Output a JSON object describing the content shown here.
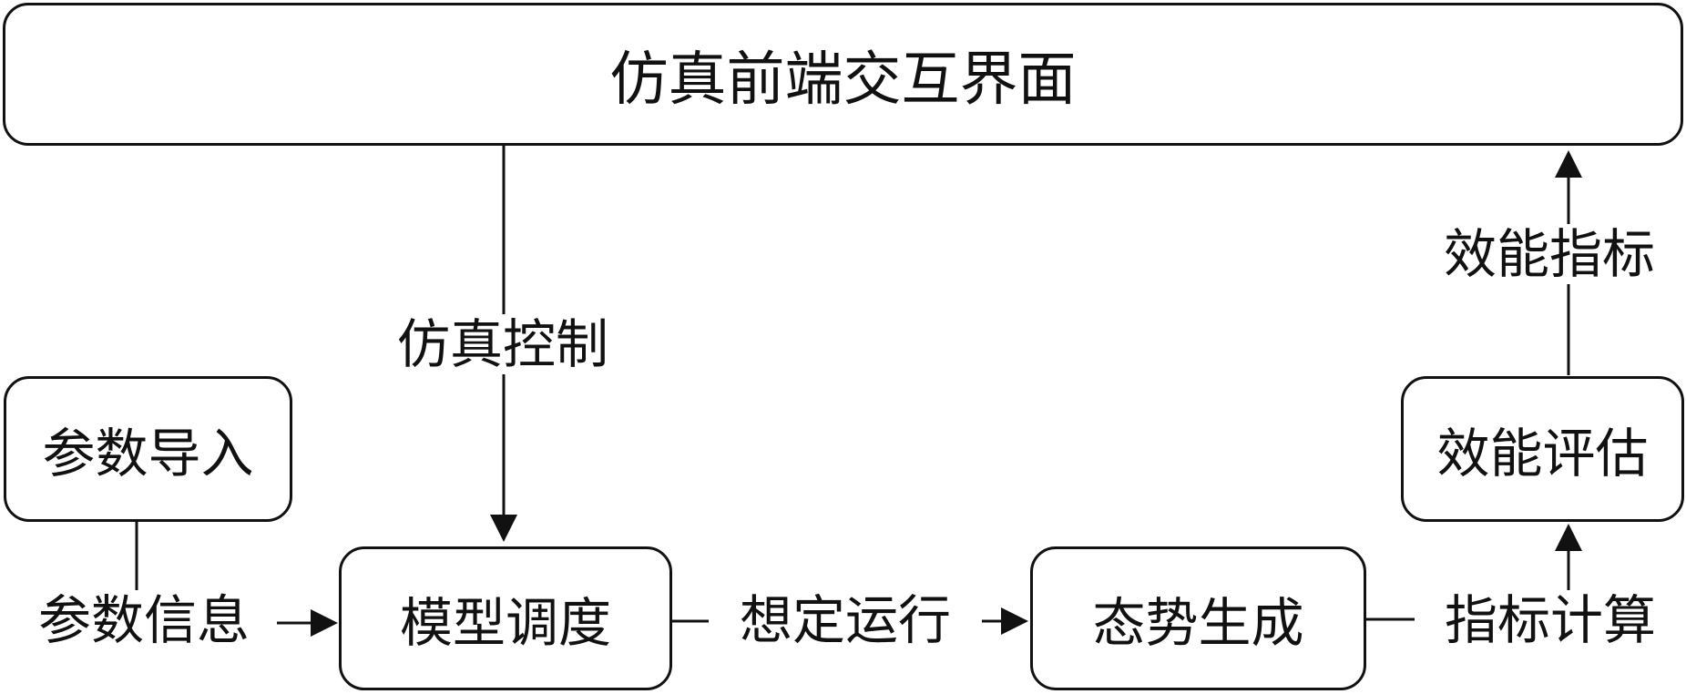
{
  "diagram": {
    "nodes": {
      "frontend": "仿真前端交互界面",
      "param_import": "参数导入",
      "model_dispatch": "模型调度",
      "situation_gen": "态势生成",
      "efficiency_eval": "效能评估"
    },
    "edges": {
      "sim_control": "仿真控制",
      "param_info": "参数信息",
      "scenario_run": "想定运行",
      "index_calc": "指标计算",
      "efficiency_index": "效能指标"
    },
    "colors": {
      "stroke": "#111111",
      "background": "#ffffff"
    }
  }
}
